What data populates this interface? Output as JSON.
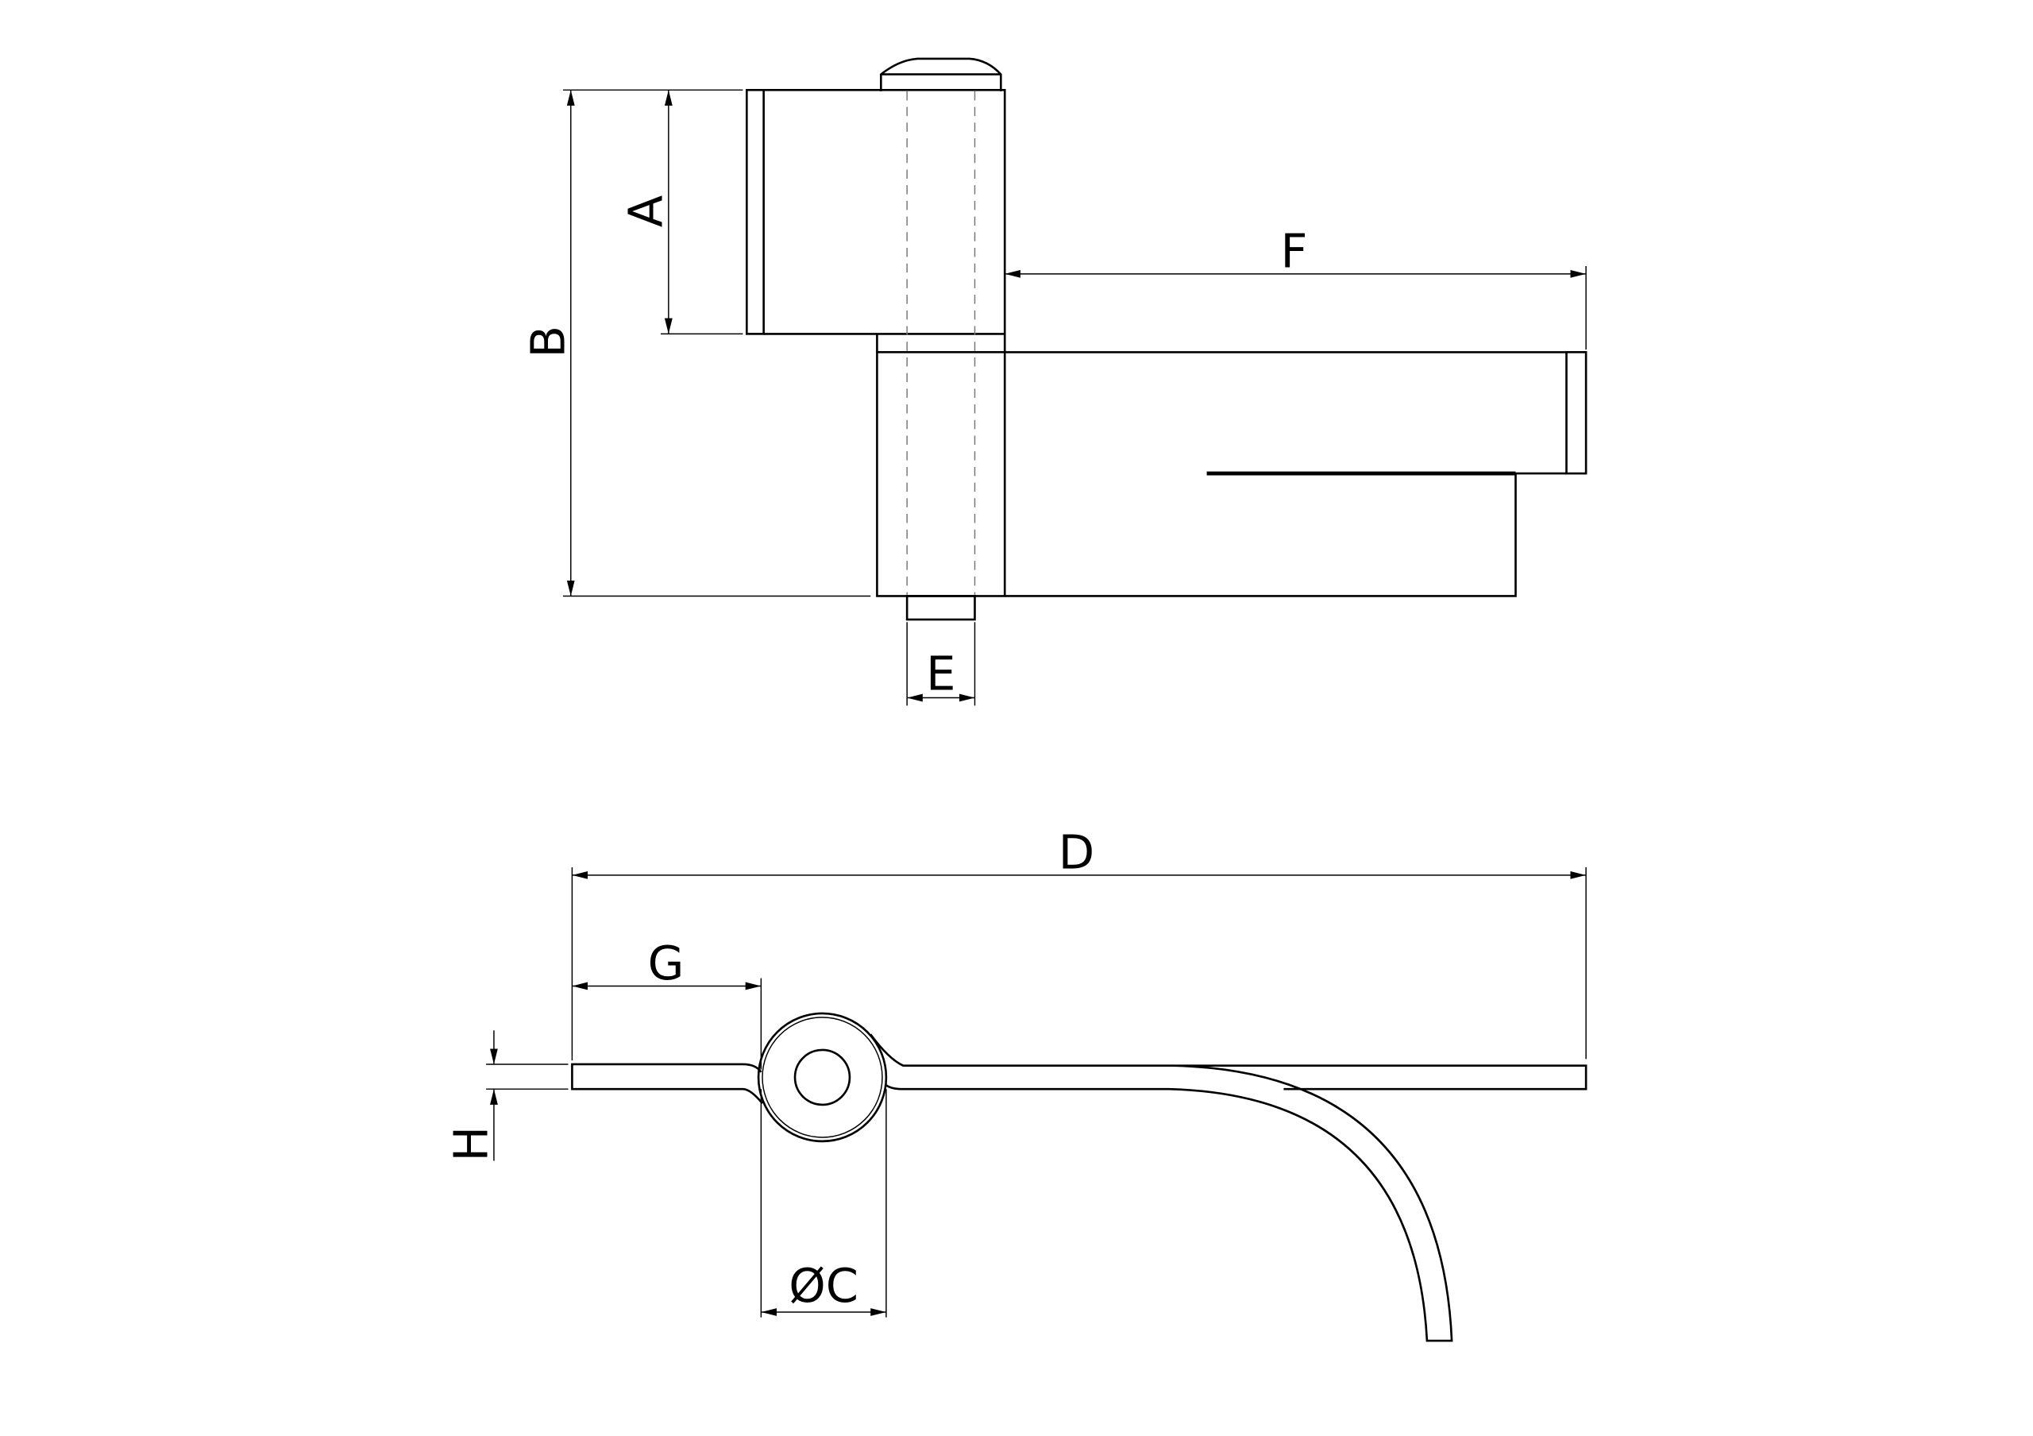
{
  "drawing": {
    "title_hidden": null,
    "dimensions": {
      "A": "A",
      "B": "B",
      "C": "ØC",
      "D": "D",
      "E": "E",
      "F": "F",
      "G": "G",
      "H": "H"
    },
    "line_color": "#000000",
    "background": "#ffffff"
  }
}
